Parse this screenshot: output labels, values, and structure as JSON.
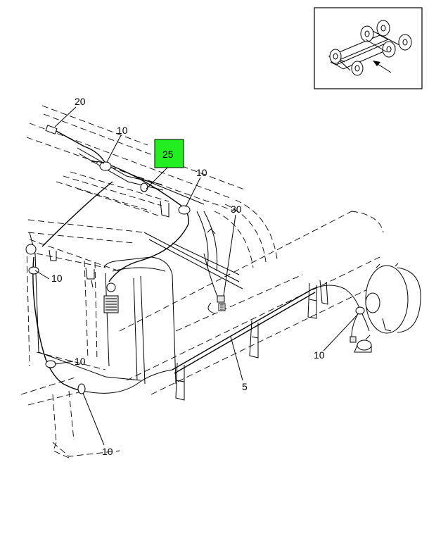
{
  "callouts": [
    {
      "id": "c20",
      "text": "20"
    },
    {
      "id": "c10a",
      "text": "10"
    },
    {
      "id": "c25",
      "text": "25",
      "highlight": true
    },
    {
      "id": "c10b",
      "text": "10"
    },
    {
      "id": "c30",
      "text": "30"
    },
    {
      "id": "c10c",
      "text": "10"
    },
    {
      "id": "c10d",
      "text": "10"
    },
    {
      "id": "c10e",
      "text": "10"
    },
    {
      "id": "c10f",
      "text": "10"
    },
    {
      "id": "c5",
      "text": "5"
    }
  ],
  "colors": {
    "highlight": "#22ee22",
    "line": "#000000",
    "background": "#ffffff"
  },
  "icons": {
    "inset": "truck-chassis-locator-icon",
    "arrow": "location-arrow-icon"
  }
}
